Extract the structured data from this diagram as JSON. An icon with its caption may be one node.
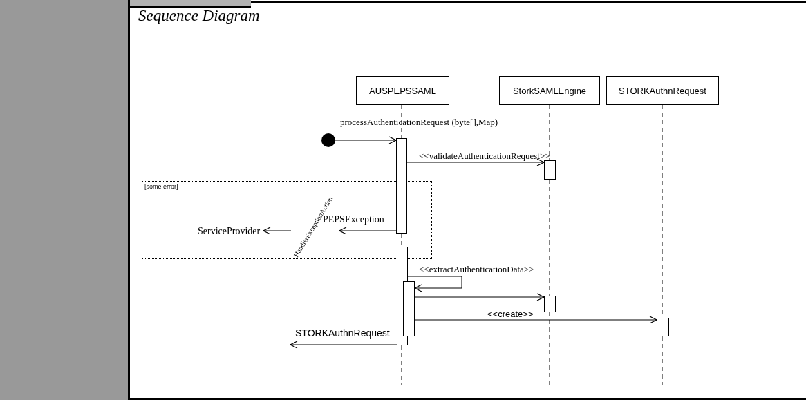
{
  "diagram": {
    "title": "Sequence Diagram",
    "nodes": [
      {
        "text": [
          "AUSPEPSSAML"
        ]
      },
      {
        "text": [
          "StorkSAMLEngine"
        ]
      },
      {
        "text": [
          "STORKAuthnRequest"
        ]
      },
      {
        "text": [],
        "shape": "circle"
      },
      {
        "text": [],
        "shape": "bar"
      },
      {
        "text": [],
        "shape": "bar"
      },
      {
        "text": [
          "[some error]"
        ]
      },
      {
        "text": [
          "ServiceProvider"
        ],
        "in": 6
      },
      {
        "text": [
          "HandlerExceptionAction"
        ],
        "in": 6
      },
      {
        "text": [],
        "shape": "bar"
      },
      {
        "text": [],
        "shape": "bar"
      },
      {
        "text": [],
        "shape": "bar"
      },
      {
        "text": [],
        "shape": "bar"
      }
    ],
    "edges": [
      {
        "from": 3,
        "to": 4,
        "arrow": "to",
        "label": "processAuthenticationRequest (byte[],Map)"
      },
      {
        "from": 4,
        "to": 5,
        "arrow": "to",
        "label": "<<validateAuthenticationRequest>>"
      },
      {
        "from": 4,
        "to": 8,
        "arrow": "to",
        "label": "PEPSException"
      },
      {
        "from": 8,
        "to": 7,
        "arrow": "to"
      },
      {
        "from": 9,
        "to": 10,
        "arrow": "to",
        "label": "<<extractAuthenticationData>>"
      },
      {
        "from": 10,
        "to": 11,
        "arrow": "to"
      },
      {
        "from": 10,
        "to": 12,
        "arrow": "to",
        "label": "<<create>>"
      },
      {
        "from": 9,
        "to": null,
        "arrow": "to",
        "label": "STORKAuthnRequest"
      },
      {
        "from": 0,
        "to": 4,
        "arrow": "none",
        "style": "dashed"
      },
      {
        "from": 4,
        "to": 9,
        "arrow": "none",
        "style": "dashed"
      },
      {
        "from": 9,
        "to": null,
        "arrow": "none",
        "style": "dashed"
      },
      {
        "from": 1,
        "to": 5,
        "arrow": "none",
        "style": "dashed"
      },
      {
        "from": 5,
        "to": 11,
        "arrow": "none",
        "style": "dashed"
      },
      {
        "from": 11,
        "to": null,
        "arrow": "none",
        "style": "dashed"
      },
      {
        "from": 2,
        "to": 12,
        "arrow": "none",
        "style": "dashed"
      },
      {
        "from": 12,
        "to": null,
        "arrow": "none",
        "style": "dashed"
      }
    ]
  }
}
